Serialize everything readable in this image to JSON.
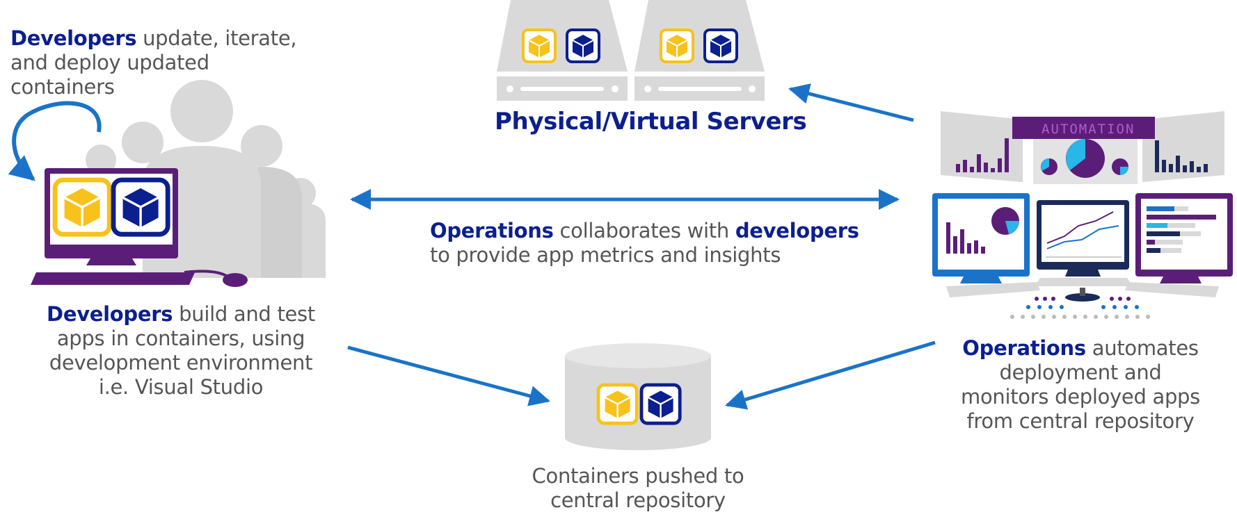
{
  "servers": {
    "title": "Physical/Virtual Servers"
  },
  "dev_top": {
    "bold": "Developers",
    "line1_rest": " update, iterate,",
    "line2": "and deploy updated",
    "line3": "containers"
  },
  "dev_bottom": {
    "bold": "Developers",
    "line1_rest": " build and test",
    "line2": "apps in containers, using",
    "line3": "development environment",
    "line4": "i.e. Visual Studio"
  },
  "ops_collab": {
    "bold1": "Operations",
    "mid": " collaborates with ",
    "bold2": "developers",
    "line2": "to provide app metrics and insights"
  },
  "ops_right": {
    "bold": "Operations",
    "line1_rest": " automates",
    "line2": "deployment and",
    "line3": "monitors deployed apps",
    "line4": "from central repository"
  },
  "repo": {
    "line1": "Containers pushed to",
    "line2": "central repository"
  },
  "automation_sign": "AUTOMATION",
  "colors": {
    "navy": "#0c1f8f",
    "arrow": "#1a73c8",
    "yellow": "#f7c21b",
    "purple": "#5b1e78",
    "gray": "#d9d9d9",
    "text": "#555555"
  }
}
